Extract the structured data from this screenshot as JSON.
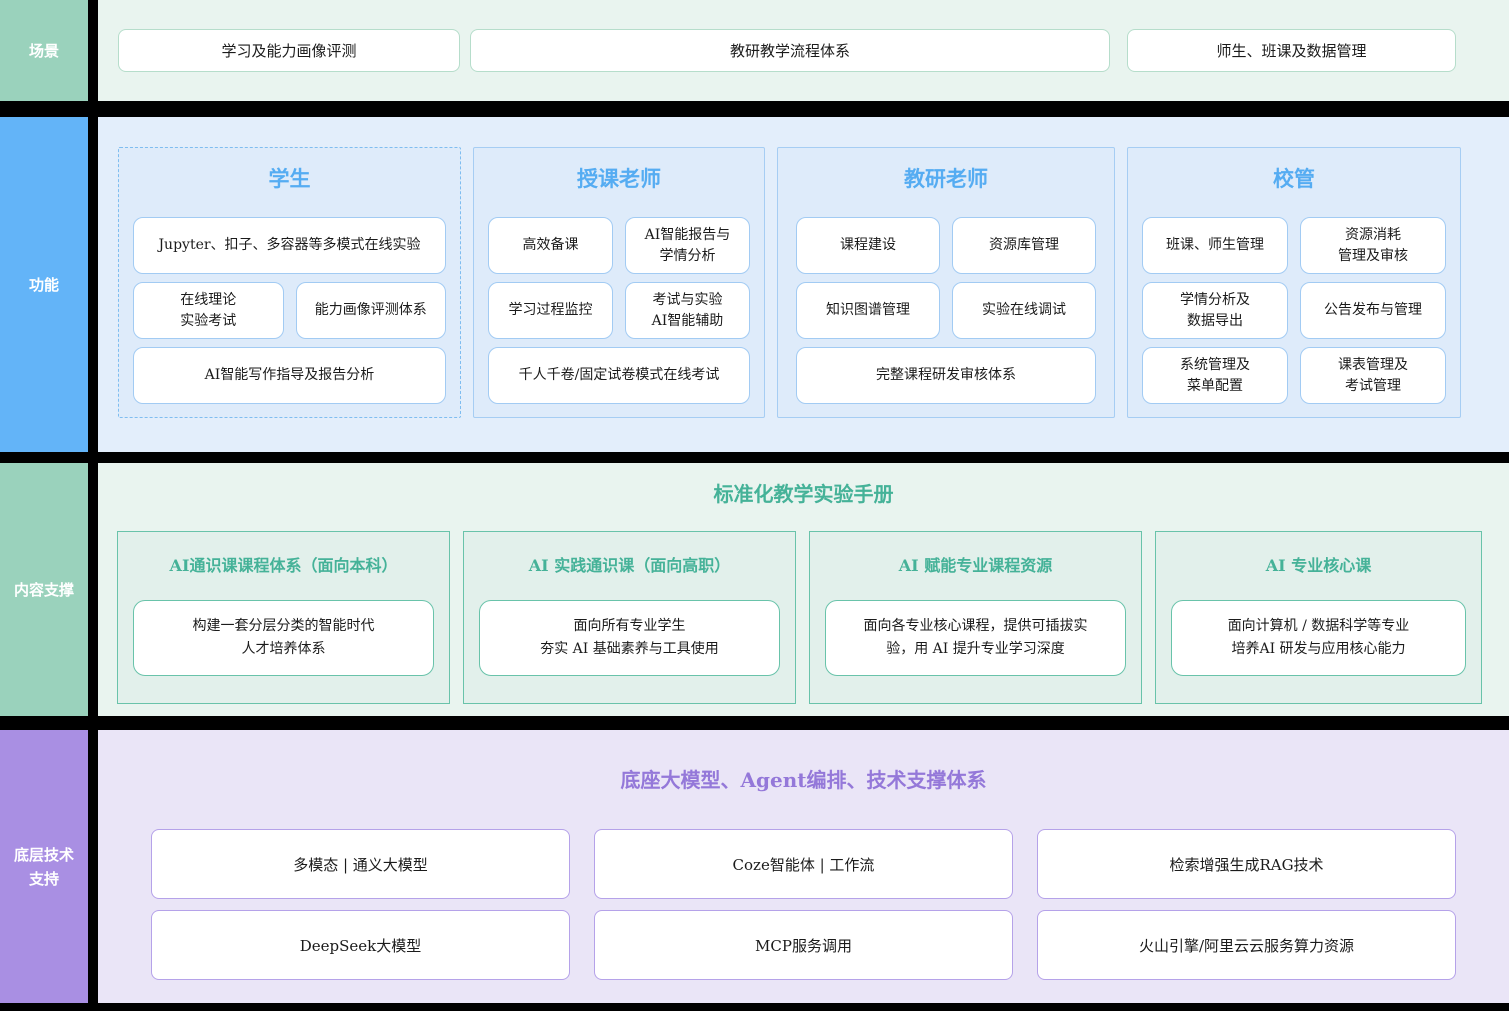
{
  "palette": {
    "scene_accent": "#9ad2bc",
    "function_accent": "#63b4f8",
    "function_title": "#55acf2",
    "content_accent": "#45b298",
    "tech_accent": "#a98fe3",
    "tech_title": "#9478d9",
    "page_background": "#000000"
  },
  "sidebar": {
    "rows": [
      {
        "label": "场景"
      },
      {
        "label": "功能"
      },
      {
        "label": "内容支撑"
      },
      {
        "label": "底层技术\n支持"
      }
    ]
  },
  "scenes": {
    "items": [
      {
        "text": "学习及能力画像评测"
      },
      {
        "text": "教研教学流程体系"
      },
      {
        "text": "师生、班课及数据管理"
      }
    ]
  },
  "functions": {
    "groups": [
      {
        "title": "学生",
        "border": "dashed",
        "items": [
          {
            "text": "Jupyter、扣子、多容器等多模式在线实验"
          },
          {
            "text": "在线理论\n实验考试"
          },
          {
            "text": "能力画像评测体系"
          },
          {
            "text": "AI智能写作指导及报告分析"
          }
        ]
      },
      {
        "title": "授课老师",
        "border": "solid",
        "items": [
          {
            "text": "高效备课"
          },
          {
            "text": "AI智能报告与\n学情分析"
          },
          {
            "text": "学习过程监控"
          },
          {
            "text": "考试与实验\nAI智能辅助"
          },
          {
            "text": "千人千卷/固定试卷模式在线考试"
          }
        ]
      },
      {
        "title": "教研老师",
        "border": "solid",
        "items": [
          {
            "text": "课程建设"
          },
          {
            "text": "资源库管理"
          },
          {
            "text": "知识图谱管理"
          },
          {
            "text": "实验在线调试"
          },
          {
            "text": "完整课程研发审核体系"
          }
        ]
      },
      {
        "title": "校管",
        "border": "solid",
        "items": [
          {
            "text": "班课、师生管理"
          },
          {
            "text": "资源消耗\n管理及审核"
          },
          {
            "text": "学情分析及\n数据导出"
          },
          {
            "text": "公告发布与管理"
          },
          {
            "text": "系统管理及\n菜单配置"
          },
          {
            "text": "课表管理及\n考试管理"
          }
        ]
      }
    ]
  },
  "content_support": {
    "title": "标准化教学实验手册",
    "groups": [
      {
        "title": "AI通识课课程体系（面向本科）",
        "desc": "构建一套分层分类的智能时代\n人才培养体系"
      },
      {
        "title": "AI 实践通识课（面向高职）",
        "desc": "面向所有专业学生\n夯实 AI 基础素养与工具使用"
      },
      {
        "title": "AI 赋能专业课程资源",
        "desc": "面向各专业核心课程，提供可插拔实\n验，用 AI 提升专业学习深度"
      },
      {
        "title": "AI 专业核心课",
        "desc": "面向计算机 / 数据科学等专业\n培养AI 研发与应用核心能力"
      }
    ]
  },
  "tech": {
    "title": "底座大模型、Agent编排、技术支撑体系",
    "items": [
      {
        "text": "多模态 | 通义大模型"
      },
      {
        "text": "Coze智能体 | 工作流"
      },
      {
        "text": "检索增强生成RAG技术"
      },
      {
        "text": "DeepSeek大模型"
      },
      {
        "text": "MCP服务调用"
      },
      {
        "text": "火山引擎/阿里云云服务算力资源"
      }
    ]
  }
}
